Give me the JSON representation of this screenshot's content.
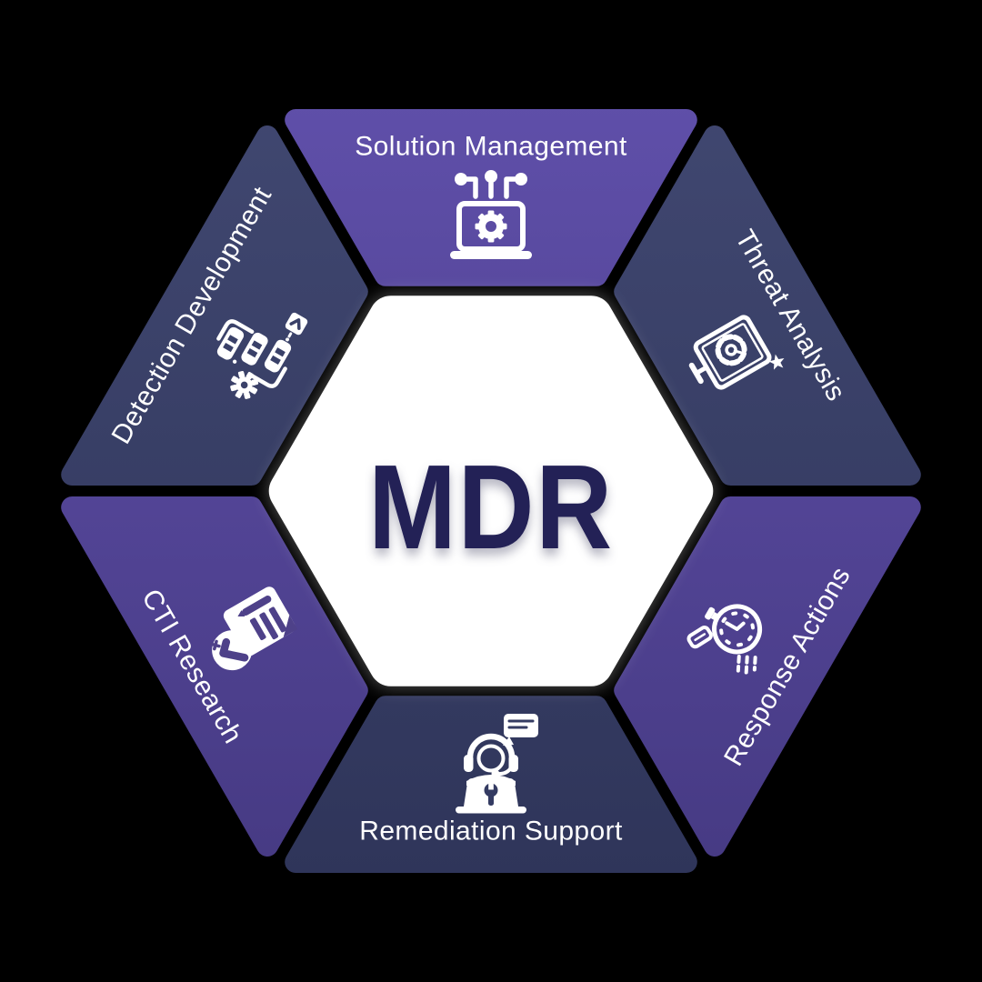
{
  "center": {
    "title": "MDR",
    "bg": "#ffffff",
    "text_color": "#232156"
  },
  "background_color": "#000000",
  "colors": {
    "purple_light": "#5f4fa9",
    "purple_dark": "#463a83",
    "navy_light": "#404770",
    "navy_dark": "#2f355a",
    "icon_color": "#ffffff",
    "cutout_navy": "#343b62",
    "cutout_navy_light": "#3a4169",
    "cutout_purple": "#4e4189",
    "cutout_purple_light": "#594a9c"
  },
  "segments": [
    {
      "id": "solution-management",
      "label": "Solution Management",
      "position": "top",
      "color": "purple",
      "icon": "laptop-gear-icon"
    },
    {
      "id": "threat-analysis",
      "label": "Threat Analysis",
      "position": "top-right",
      "color": "navy",
      "icon": "monitor-gauge-icon"
    },
    {
      "id": "response-actions",
      "label": "Response Actions",
      "position": "bottom-right",
      "color": "purple",
      "icon": "stopwatch-icon"
    },
    {
      "id": "remediation-support",
      "label": "Remediation Support",
      "position": "bottom",
      "color": "navy",
      "icon": "support-agent-icon"
    },
    {
      "id": "cti-research",
      "label": "CTI Research",
      "position": "bottom-left",
      "color": "purple",
      "icon": "document-check-icon"
    },
    {
      "id": "detection-development",
      "label": "Detection Development",
      "position": "top-left",
      "color": "navy",
      "icon": "gear-flowchart-icon"
    }
  ]
}
